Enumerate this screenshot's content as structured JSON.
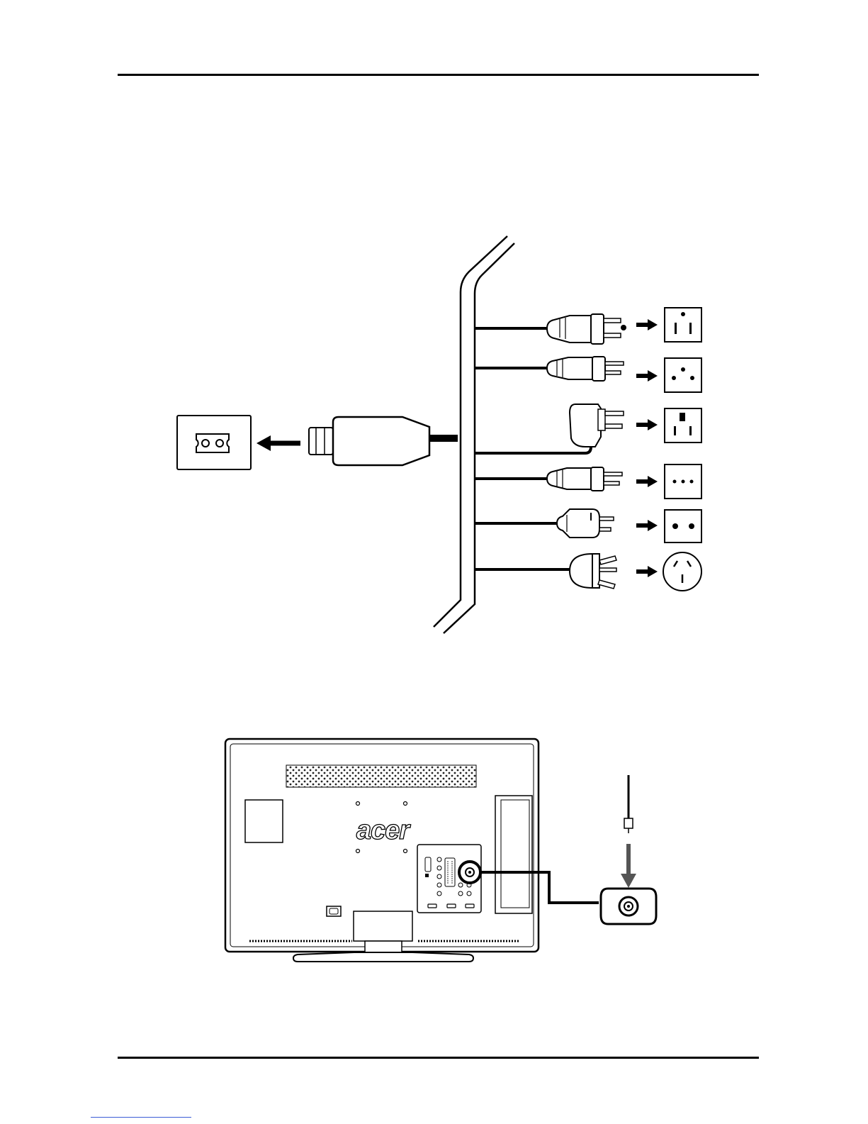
{
  "page": {
    "rules": [
      "top-rule",
      "bottom-rule"
    ]
  },
  "power_diagram": {
    "inlet_icon": "ac-inlet-icon",
    "connector_icon": "iec-c7-connector-icon",
    "plugs": [
      {
        "plug_icon": "us-plug-icon",
        "outlet_icon": "us-outlet-icon"
      },
      {
        "plug_icon": "swiss-plug-icon",
        "outlet_icon": "swiss-outlet-icon"
      },
      {
        "plug_icon": "uk-plug-icon",
        "outlet_icon": "uk-outlet-icon"
      },
      {
        "plug_icon": "danish-plug-icon",
        "outlet_icon": "danish-outlet-icon"
      },
      {
        "plug_icon": "schuko-plug-icon",
        "outlet_icon": "schuko-outlet-icon"
      },
      {
        "plug_icon": "au-plug-icon",
        "outlet_icon": "au-outlet-icon"
      }
    ]
  },
  "tv_diagram": {
    "brand_logo": "acer",
    "antenna_icon": "antenna-wall-socket-icon"
  }
}
